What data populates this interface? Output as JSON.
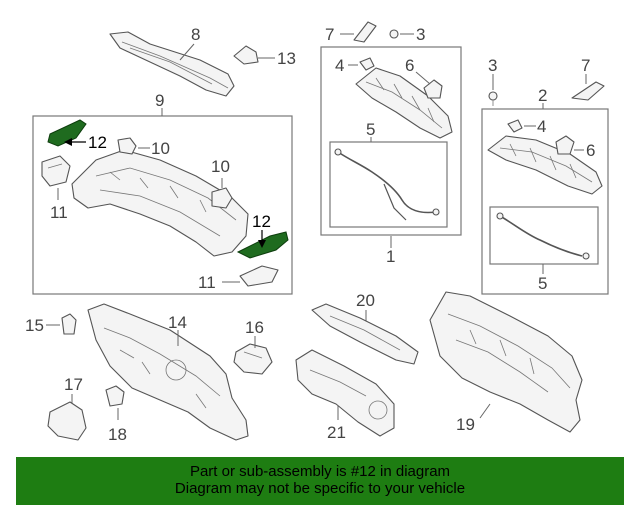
{
  "callouts": {
    "c1": "1",
    "c2": "2",
    "c3a": "3",
    "c3b": "3",
    "c4a": "4",
    "c4b": "4",
    "c5a": "5",
    "c5b": "5",
    "c6a": "6",
    "c6b": "6",
    "c7a": "7",
    "c7b": "7",
    "c8": "8",
    "c9": "9",
    "c10a": "10",
    "c10b": "10",
    "c11a": "11",
    "c11b": "11",
    "c12a": "12",
    "c12b": "12",
    "c13": "13",
    "c14": "14",
    "c15": "15",
    "c16": "16",
    "c17": "17",
    "c18": "18",
    "c19": "19",
    "c20": "20",
    "c21": "21"
  },
  "banner": {
    "line1": "Part or sub-assembly is #12 in diagram",
    "line2": "Diagram may not be specific to your vehicle"
  },
  "colors": {
    "highlight": "#1f6b1f",
    "banner": "#1e7d12"
  }
}
